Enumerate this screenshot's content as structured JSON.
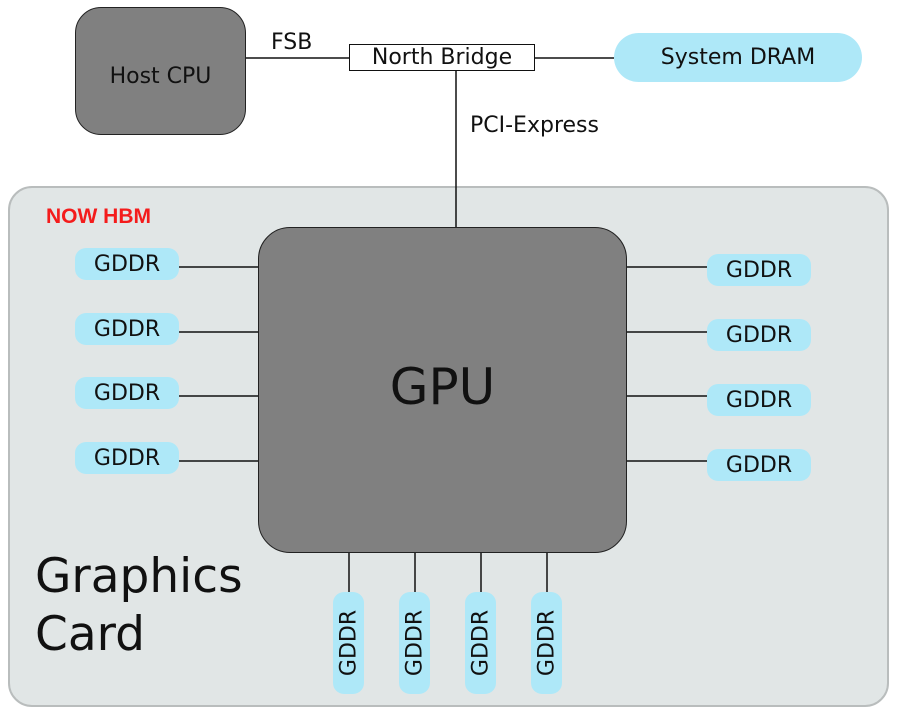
{
  "host_cpu": {
    "label": "Host CPU"
  },
  "north_bridge": {
    "label": "North Bridge"
  },
  "system_dram": {
    "label": "System DRAM"
  },
  "fsb": {
    "label": "FSB"
  },
  "pci_express": {
    "label": "PCI-Express"
  },
  "card": {
    "title_line1": "Graphics",
    "title_line2": "Card",
    "note": "NOW HBM",
    "note_color": "#f41c1c",
    "background_color": "#e1e6e6"
  },
  "gpu": {
    "label": "GPU",
    "color": "#808080"
  },
  "memory": {
    "chip_color": "#aee8f8",
    "left": [
      "GDDR",
      "GDDR",
      "GDDR",
      "GDDR"
    ],
    "right": [
      "GDDR",
      "GDDR",
      "GDDR",
      "GDDR"
    ],
    "bottom": [
      "GDDR",
      "GDDR",
      "GDDR",
      "GDDR"
    ]
  }
}
